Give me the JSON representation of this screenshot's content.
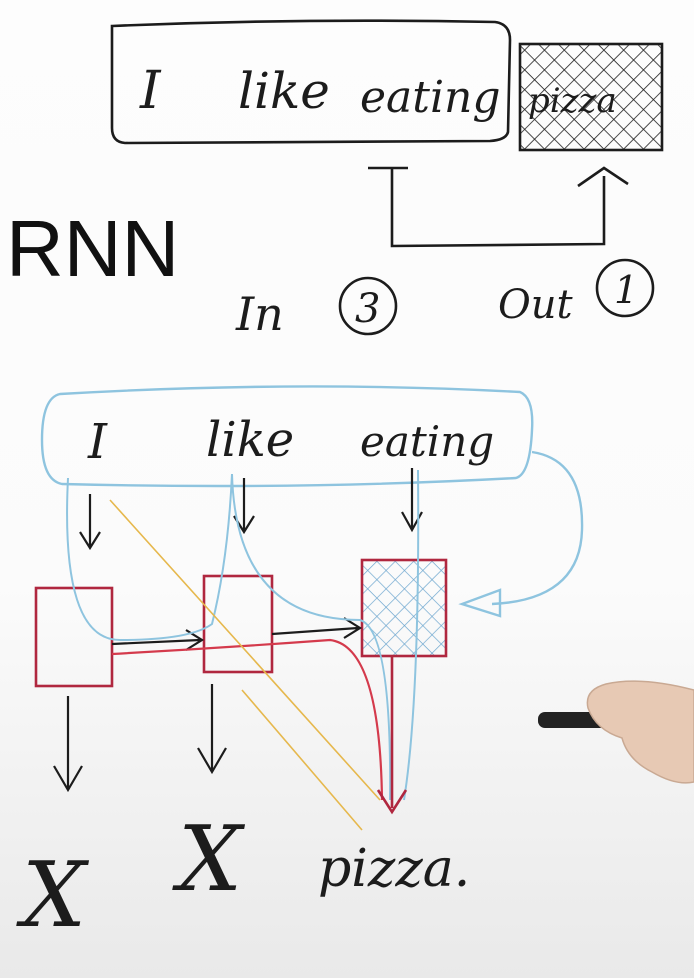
{
  "top": {
    "input_words": [
      "I",
      "like",
      "eating"
    ],
    "output_word": "pizza",
    "title": "RNN",
    "in_label": "In",
    "in_count": "3",
    "out_label": "Out",
    "out_count": "1"
  },
  "bottom": {
    "input_words": [
      "I",
      "like",
      "eating"
    ],
    "outputs": [
      "X",
      "X",
      "pizza."
    ]
  },
  "colors": {
    "ink": "#1c1c1c",
    "cell_outline": "#b0273f",
    "blue_marker": "#8ec4df",
    "gold_marker": "#e6b84d",
    "red_marker": "#d43a4c"
  }
}
